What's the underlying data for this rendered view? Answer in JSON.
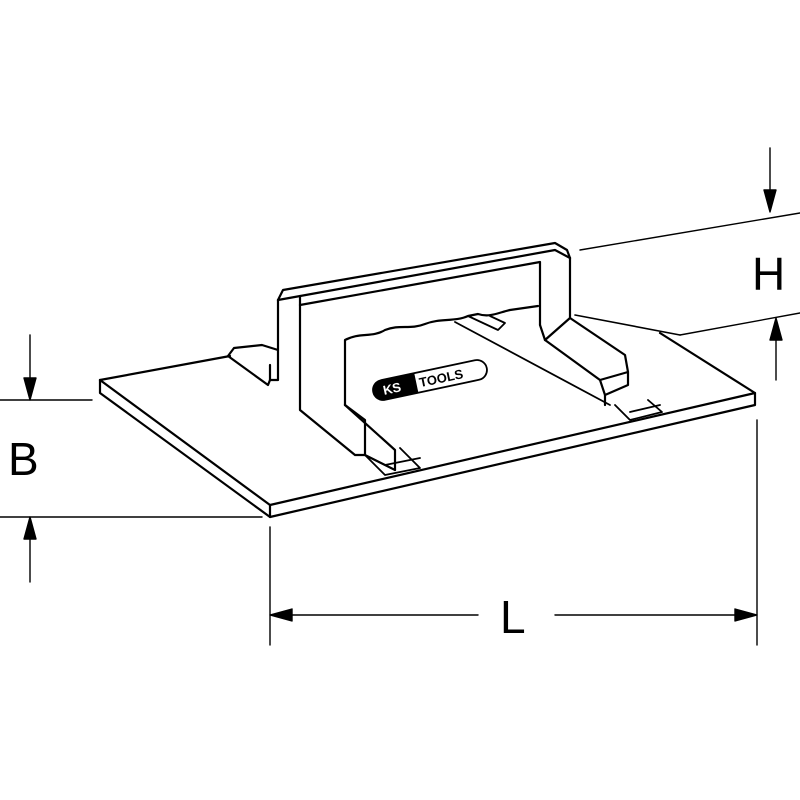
{
  "dimensions": {
    "height_label": "H",
    "width_label": "B",
    "length_label": "L"
  },
  "logo": {
    "brand_a": "KS",
    "brand_b": "TOOLS"
  },
  "colors": {
    "line": "#000000",
    "background": "#ffffff"
  }
}
